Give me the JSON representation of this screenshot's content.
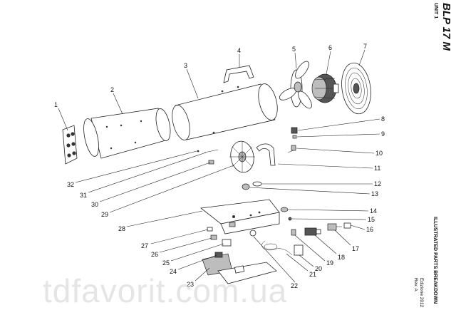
{
  "doc": {
    "model": "BLP 17 M",
    "unit": "UNIT 1",
    "section": "ILLUSTRATED PARTS BREAKDOWN",
    "edition": "Edizione 2012",
    "revision": "Rev. A"
  },
  "watermark": "tdfavorit.com.ua",
  "callouts": [
    "1",
    "2",
    "3",
    "4",
    "5",
    "6",
    "7",
    "8",
    "9",
    "10",
    "11",
    "12",
    "13",
    "14",
    "15",
    "16",
    "17",
    "18",
    "19",
    "20",
    "21",
    "22",
    "23",
    "24",
    "25",
    "26",
    "27",
    "28",
    "29",
    "30",
    "31",
    "32"
  ]
}
